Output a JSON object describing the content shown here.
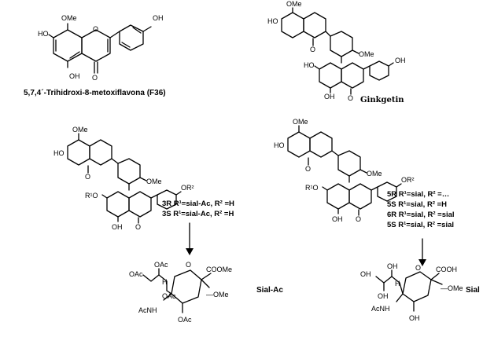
{
  "atoms": {
    "oh": "OH",
    "ho": "HO",
    "ome": "OMe",
    "o": "O",
    "r1o": "R¹O",
    "or2": "OR²",
    "oac": "OAc",
    "acnh": "AcNH",
    "coome": "COOMe",
    "cooh": "COOH",
    "h": "H",
    "ome_link": "—OMe"
  },
  "captions": {
    "f36": "5,7,4´-Trihidroxi-8-metoxiflavona (F36)",
    "ginkgetin": "Ginkgetin",
    "sial_ac": "Sial-Ac",
    "sial": "Sial"
  },
  "labels_left": [
    "3R R¹=sial-Ac, R² =H",
    "3S R¹=sial-Ac, R² =H"
  ],
  "labels_right": [
    "5R R¹=sial, R² =…",
    "5S R¹=sial, R² =H",
    "6R R¹=sial, R² =sial",
    "5S R¹=sial, R² =sial"
  ]
}
